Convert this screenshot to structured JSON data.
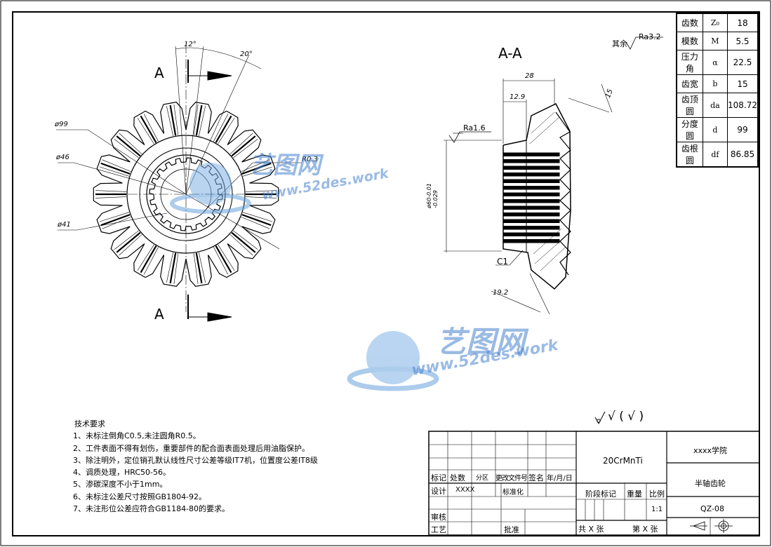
{
  "section_title": "A-A",
  "view_markers": {
    "top": "A",
    "bottom": "A"
  },
  "dimensions": {
    "angle_12": "12°",
    "angle_20": "20°",
    "phi99": "ø99",
    "phi46": "ø46",
    "phi41": "ø41",
    "r03": "R0.3",
    "d28": "28",
    "d12_9": "12.9",
    "d15": "15",
    "phi60": "ø60-0.01\n-0.029",
    "ra16": "Ra1.6",
    "c1": "C1",
    "d19_2": "19.2"
  },
  "roughness_other": {
    "prefix": "其余",
    "value": "Ra3.2"
  },
  "roughness_symbol": "√ ( √ )",
  "gear_params": [
    {
      "name": "齿数",
      "symbol": "Z₀",
      "value": "18"
    },
    {
      "name": "模数",
      "symbol": "M",
      "value": "5.5"
    },
    {
      "name": "压力角",
      "symbol": "α",
      "value": "22.5"
    },
    {
      "name": "齿宽",
      "symbol": "b",
      "value": "15"
    },
    {
      "name": "齿顶圆",
      "symbol": "da",
      "value": "108.72"
    },
    {
      "name": "分度圆",
      "symbol": "d",
      "value": "99"
    },
    {
      "name": "齿根圆",
      "symbol": "df",
      "value": "86.85"
    }
  ],
  "notes": {
    "title": "技术要求",
    "items": [
      "1、未标注倒角C0.5,未注圆角R0.5。",
      "2、工件表面不得有划伤，重要部件的配合面表面处理后用油脂保护。",
      "3、除注明外，定位销孔默认线性尺寸公差等级IT7机，位置度公差IT8级",
      "4、调质处理，HRC50-56。",
      "5、渗碳深度不小于1mm。",
      "6、未标注公差尺寸按照GB1804-92。",
      "7、未注形位公差应符合GB1184-80的要求。"
    ]
  },
  "title_block": {
    "mark": "标记",
    "count": "处数",
    "zone": "分区",
    "change_doc": "更改文件号",
    "sign": "签名",
    "date": "年/月/日",
    "design": "设计",
    "designer": "XXXX",
    "standardize": "标准化",
    "review": "审核",
    "process": "工艺",
    "approve": "批准",
    "material": "20CrMnTi",
    "stage": "阶段标记",
    "weight": "重量",
    "scale": "比例",
    "scale_value": "1:1",
    "sheets_total": "共  X  张",
    "sheet_no": "第  X  张",
    "school": "xxxx学院",
    "part_name": "半轴齿轮",
    "drawing_no": "QZ-08"
  },
  "watermark": {
    "brand": "艺图网",
    "url": "www.52des.work"
  }
}
